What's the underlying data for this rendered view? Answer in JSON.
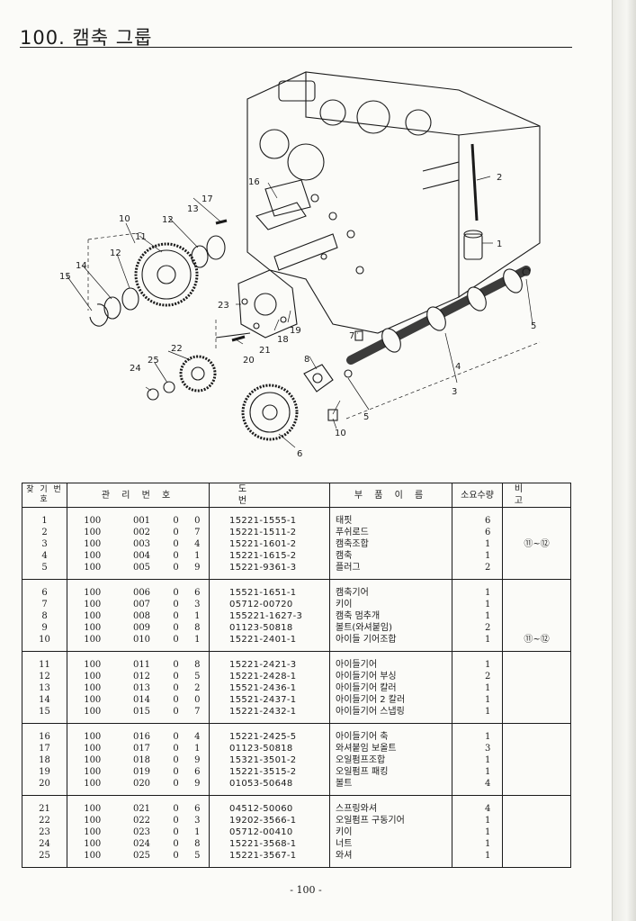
{
  "title": "100. 캠축 그룹",
  "headers": {
    "no": "찾 기 번 호",
    "mgmt": "관 리 번 호",
    "part_no": "도 번",
    "name": "부 품 이 름",
    "qty": "소요수량",
    "remark": "비 고"
  },
  "callouts": [
    "1",
    "2",
    "3",
    "4",
    "5",
    "5",
    "6",
    "7",
    "8",
    "10",
    "10",
    "11",
    "12",
    "12",
    "13",
    "14",
    "15",
    "16",
    "17",
    "18",
    "19",
    "20",
    "21",
    "22",
    "23",
    "24",
    "25"
  ],
  "groups": [
    [
      {
        "no": "1",
        "m1": "100",
        "m2": "001",
        "m3": "0",
        "m4": "0",
        "part": "15221-1555-1",
        "name": "태핏",
        "qty": "6",
        "remark": ""
      },
      {
        "no": "2",
        "m1": "100",
        "m2": "002",
        "m3": "0",
        "m4": "7",
        "part": "15221-1511-2",
        "name": "푸쉬로드",
        "qty": "6",
        "remark": ""
      },
      {
        "no": "3",
        "m1": "100",
        "m2": "003",
        "m3": "0",
        "m4": "4",
        "part": "15221-1601-2",
        "name": "캠축조합",
        "qty": "1",
        "remark": "⑪~⑫"
      },
      {
        "no": "4",
        "m1": "100",
        "m2": "004",
        "m3": "0",
        "m4": "1",
        "part": "15221-1615-2",
        "name": "캠축",
        "qty": "1",
        "remark": ""
      },
      {
        "no": "5",
        "m1": "100",
        "m2": "005",
        "m3": "0",
        "m4": "9",
        "part": "15221-9361-3",
        "name": "플러그",
        "qty": "2",
        "remark": ""
      }
    ],
    [
      {
        "no": "6",
        "m1": "100",
        "m2": "006",
        "m3": "0",
        "m4": "6",
        "part": "15521-1651-1",
        "name": "캠축기어",
        "qty": "1",
        "remark": ""
      },
      {
        "no": "7",
        "m1": "100",
        "m2": "007",
        "m3": "0",
        "m4": "3",
        "part": "05712-00720",
        "name": "키이",
        "qty": "1",
        "remark": ""
      },
      {
        "no": "8",
        "m1": "100",
        "m2": "008",
        "m3": "0",
        "m4": "1",
        "part": "155221-1627-3",
        "name": "캠축 멈추개",
        "qty": "1",
        "remark": ""
      },
      {
        "no": "9",
        "m1": "100",
        "m2": "009",
        "m3": "0",
        "m4": "8",
        "part": "01123-50818",
        "name": "볼트(와셔붙임)",
        "qty": "2",
        "remark": ""
      },
      {
        "no": "10",
        "m1": "100",
        "m2": "010",
        "m3": "0",
        "m4": "1",
        "part": "15221-2401-1",
        "name": "아이들 기어조합",
        "qty": "1",
        "remark": "⑪~⑫"
      }
    ],
    [
      {
        "no": "11",
        "m1": "100",
        "m2": "011",
        "m3": "0",
        "m4": "8",
        "part": "15221-2421-3",
        "name": "아이들기어",
        "qty": "1",
        "remark": ""
      },
      {
        "no": "12",
        "m1": "100",
        "m2": "012",
        "m3": "0",
        "m4": "5",
        "part": "15221-2428-1",
        "name": "아이들기어 부싱",
        "qty": "2",
        "remark": ""
      },
      {
        "no": "13",
        "m1": "100",
        "m2": "013",
        "m3": "0",
        "m4": "2",
        "part": "15521-2436-1",
        "name": "아이들기어 칼러",
        "qty": "1",
        "remark": ""
      },
      {
        "no": "14",
        "m1": "100",
        "m2": "014",
        "m3": "0",
        "m4": "0",
        "part": "15521-2437-1",
        "name": "아이들기어 2 칼러",
        "qty": "1",
        "remark": ""
      },
      {
        "no": "15",
        "m1": "100",
        "m2": "015",
        "m3": "0",
        "m4": "7",
        "part": "15221-2432-1",
        "name": "아이들기어 스냅링",
        "qty": "1",
        "remark": ""
      }
    ],
    [
      {
        "no": "16",
        "m1": "100",
        "m2": "016",
        "m3": "0",
        "m4": "4",
        "part": "15221-2425-5",
        "name": "아이들기어 축",
        "qty": "1",
        "remark": ""
      },
      {
        "no": "17",
        "m1": "100",
        "m2": "017",
        "m3": "0",
        "m4": "1",
        "part": "01123-50818",
        "name": "와셔붙임 보올트",
        "qty": "3",
        "remark": ""
      },
      {
        "no": "18",
        "m1": "100",
        "m2": "018",
        "m3": "0",
        "m4": "9",
        "part": "15321-3501-2",
        "name": "오일펌프조합",
        "qty": "1",
        "remark": ""
      },
      {
        "no": "19",
        "m1": "100",
        "m2": "019",
        "m3": "0",
        "m4": "6",
        "part": "15221-3515-2",
        "name": "오일펌프 패킹",
        "qty": "1",
        "remark": ""
      },
      {
        "no": "20",
        "m1": "100",
        "m2": "020",
        "m3": "0",
        "m4": "9",
        "part": "01053-50648",
        "name": "볼트",
        "qty": "4",
        "remark": ""
      }
    ],
    [
      {
        "no": "21",
        "m1": "100",
        "m2": "021",
        "m3": "0",
        "m4": "6",
        "part": "04512-50060",
        "name": "스프링와셔",
        "qty": "4",
        "remark": ""
      },
      {
        "no": "22",
        "m1": "100",
        "m2": "022",
        "m3": "0",
        "m4": "3",
        "part": "19202-3566-1",
        "name": "오일펌프 구동기어",
        "qty": "1",
        "remark": ""
      },
      {
        "no": "23",
        "m1": "100",
        "m2": "023",
        "m3": "0",
        "m4": "1",
        "part": "05712-00410",
        "name": "키이",
        "qty": "1",
        "remark": ""
      },
      {
        "no": "24",
        "m1": "100",
        "m2": "024",
        "m3": "0",
        "m4": "8",
        "part": "15221-3568-1",
        "name": "너트",
        "qty": "1",
        "remark": ""
      },
      {
        "no": "25",
        "m1": "100",
        "m2": "025",
        "m3": "0",
        "m4": "5",
        "part": "15221-3567-1",
        "name": "와셔",
        "qty": "1",
        "remark": ""
      }
    ]
  ],
  "page_number": "- 100 -"
}
